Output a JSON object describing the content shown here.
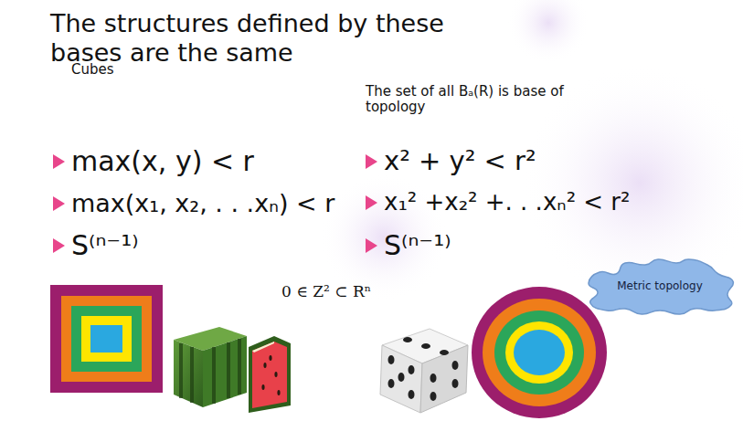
{
  "diagram": {
    "title": "The structures defined by these bases are the same",
    "nodes": [
      {
        "text": [
          "Metric topology"
        ]
      }
    ],
    "labels": [
      "Cubes",
      "max(x, y) < r",
      "max(x₁, x₂, . . .xₙ) < r",
      "S⁽ⁿ⁻¹⁾",
      "The set of all Bₐ(R) is base of topology",
      "x² + y²  < r²",
      "x₁² +x₂² +. . .xₙ² < r²",
      "S⁽ⁿ⁻¹⁾",
      "0 ∈ Z² ⊂ Rⁿ"
    ]
  }
}
